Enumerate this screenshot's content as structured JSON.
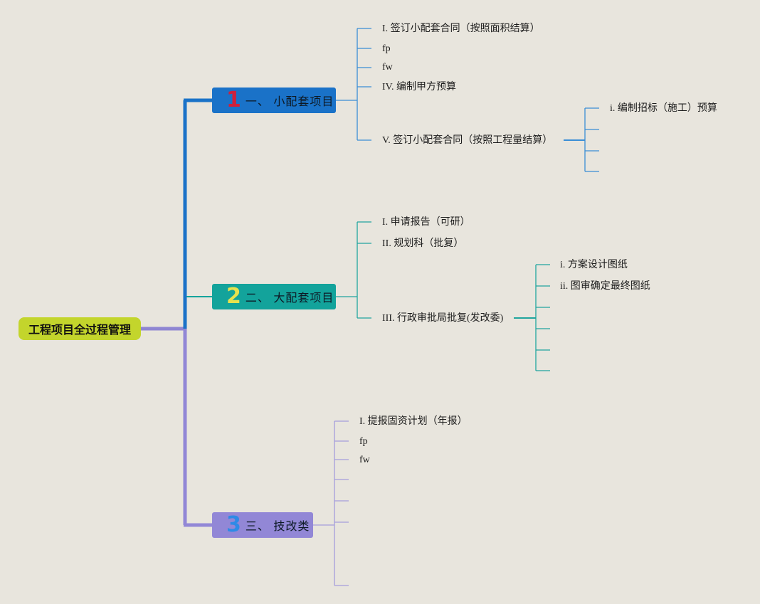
{
  "root": {
    "label": "工程项目全过程管理"
  },
  "branches": [
    {
      "number": "1",
      "label": "一、 小配套项目",
      "color": "#1a72c8",
      "children": [
        {
          "label": "I. 签订小配套合同（按照面积结算）"
        },
        {
          "label": "fp"
        },
        {
          "label": "fw"
        },
        {
          "label": "IV. 编制甲方预算"
        },
        {
          "label": "V. 签订小配套合同（按照工程量结算）",
          "children": [
            {
              "label": "i. 编制招标（施工）预算"
            },
            {
              "label": ""
            },
            {
              "label": ""
            },
            {
              "label": ""
            }
          ]
        }
      ]
    },
    {
      "number": "2",
      "label": "二、 大配套项目",
      "color": "#13a39b",
      "children": [
        {
          "label": "I. 申请报告（可研）"
        },
        {
          "label": "II. 规划科（批复）"
        },
        {
          "label": "III. 行政审批局批复(发改委)",
          "children": [
            {
              "label": "i. 方案设计图纸"
            },
            {
              "label": "ii. 图审确定最终图纸"
            },
            {
              "label": ""
            },
            {
              "label": ""
            },
            {
              "label": ""
            },
            {
              "label": ""
            }
          ]
        }
      ]
    },
    {
      "number": "3",
      "label": "三、 技改类",
      "color": "#9287d6",
      "children": [
        {
          "label": "I. 提报固资计划（年报）"
        },
        {
          "label": "fp"
        },
        {
          "label": "fw"
        },
        {
          "label": ""
        },
        {
          "label": ""
        },
        {
          "label": ""
        },
        {
          "label": ""
        }
      ]
    }
  ]
}
